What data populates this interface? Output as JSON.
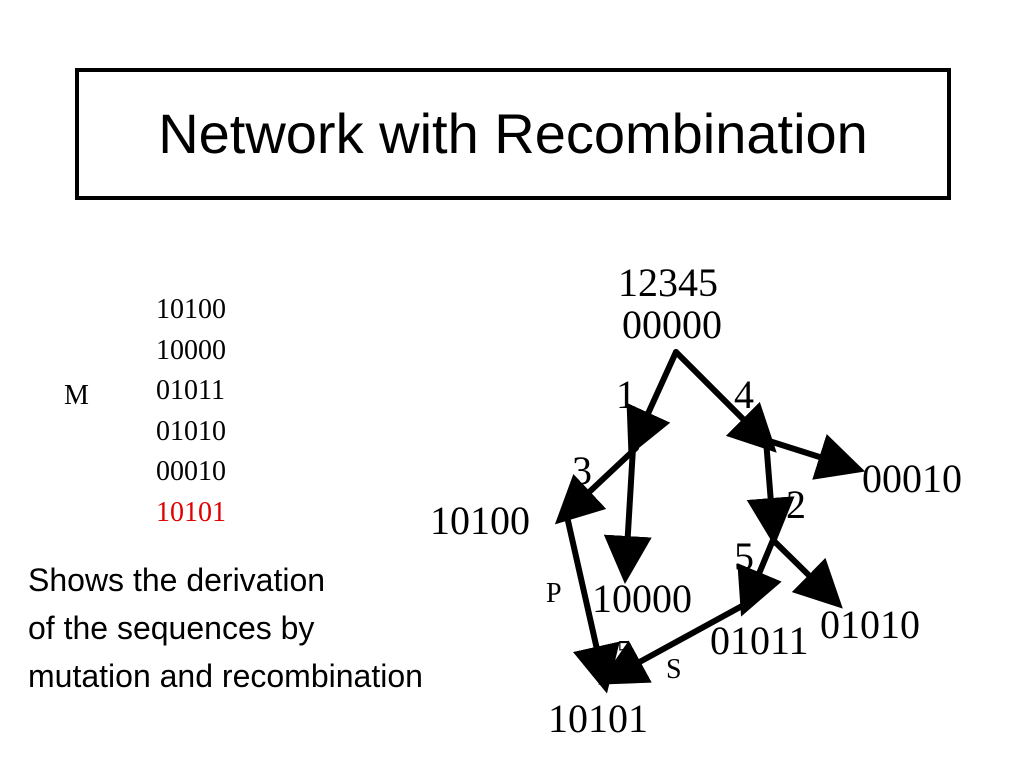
{
  "title": "Network with Recombination",
  "sequences": {
    "label": "M",
    "items": [
      {
        "text": "10100",
        "color": "#000000"
      },
      {
        "text": "10000",
        "color": "#000000"
      },
      {
        "text": "01011",
        "color": "#000000"
      },
      {
        "text": "01010",
        "color": "#000000"
      },
      {
        "text": "00010",
        "color": "#000000"
      },
      {
        "text": "10101",
        "color": "#e00000"
      }
    ]
  },
  "caption": {
    "lines": [
      "Shows the derivation",
      "of the sequences by",
      "mutation and recombination"
    ]
  },
  "diagram": {
    "positions_header": "12345",
    "nodes": {
      "root": "00000",
      "n10100": "10100",
      "n10000": "10000",
      "n00010": "00010",
      "n01011": "01011",
      "n01010": "01010",
      "n10101": "10101"
    },
    "edge_labels": {
      "mut1": "1",
      "mut4": "4",
      "mut3": "3",
      "mut2": "2",
      "mut5": "5",
      "prefix_p": "P",
      "suffix_s": "S",
      "breakpoint": "5"
    }
  }
}
